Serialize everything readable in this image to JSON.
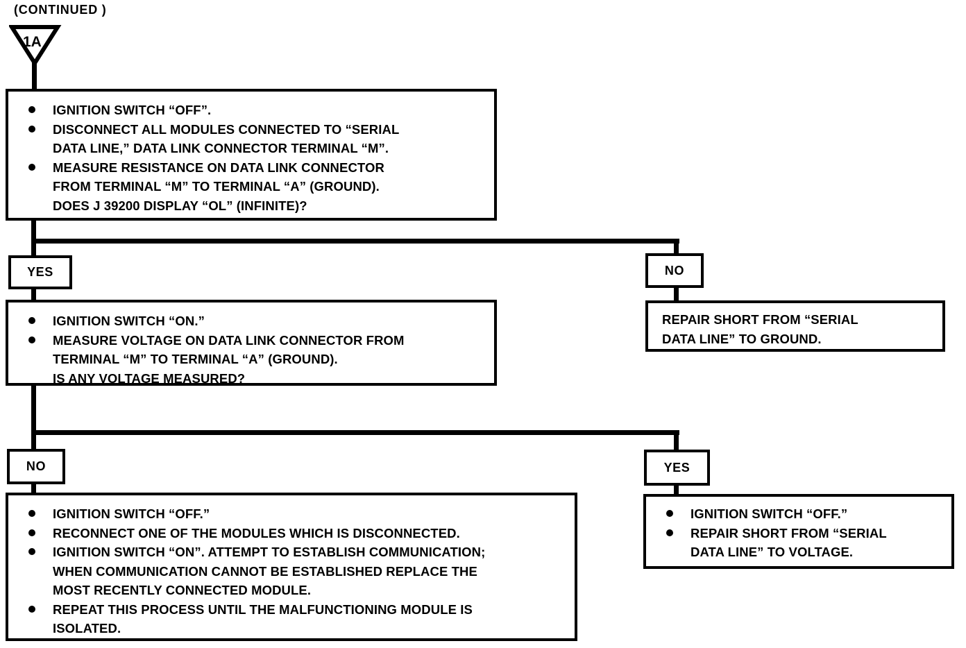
{
  "page": {
    "continued_label": "(CONTINUED )",
    "connector_id": "1A",
    "ink_color": "#000000",
    "paper_color": "#ffffff"
  },
  "flowchart": {
    "step1": {
      "bullets": [
        "IGNITION SWITCH “OFF”.",
        "DISCONNECT ALL MODULES CONNECTED TO “SERIAL\nDATA LINE,” DATA LINK CONNECTOR TERMINAL “M”.",
        "MEASURE RESISTANCE ON DATA LINK CONNECTOR\nFROM TERMINAL “M” TO TERMINAL “A” (GROUND).\nDOES J 39200 DISPLAY “OL” (INFINITE)?"
      ]
    },
    "branch1": {
      "yes_label": "YES",
      "no_label": "NO"
    },
    "step2_yes": {
      "bullets": [
        "IGNITION SWITCH “ON.”",
        "MEASURE VOLTAGE ON DATA LINK CONNECTOR FROM\nTERMINAL “M” TO TERMINAL “A” (GROUND).\nIS ANY VOLTAGE MEASURED?"
      ]
    },
    "result1_no": {
      "text": "REPAIR SHORT FROM “SERIAL\nDATA LINE” TO GROUND."
    },
    "branch2": {
      "no_label": "NO",
      "yes_label": "YES"
    },
    "step3_no": {
      "bullets": [
        "IGNITION SWITCH “OFF.”",
        "RECONNECT ONE OF THE MODULES WHICH IS DISCONNECTED.",
        "IGNITION SWITCH “ON”. ATTEMPT TO ESTABLISH COMMUNICATION;\nWHEN COMMUNICATION CANNOT BE ESTABLISHED REPLACE THE\nMOST RECENTLY CONNECTED MODULE.",
        "REPEAT THIS PROCESS UNTIL THE MALFUNCTIONING MODULE IS\nISOLATED."
      ]
    },
    "result2_yes": {
      "bullets": [
        "IGNITION SWITCH “OFF.”",
        "REPAIR SHORT FROM “SERIAL\nDATA LINE” TO VOLTAGE."
      ]
    }
  }
}
